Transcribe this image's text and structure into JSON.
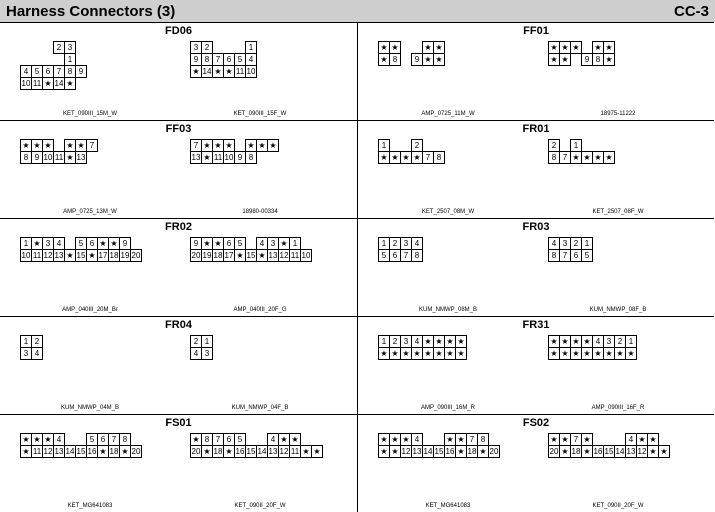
{
  "header": {
    "title": "Harness Connectors (3)",
    "code": "CC-3"
  },
  "cells": [
    {
      "id": "FD06",
      "connectors": [
        {
          "label": "KET_090III_15M_W",
          "rows": [
            [
              "",
              "",
              "",
              "2",
              "3"
            ],
            [
              "",
              "",
              "",
              "",
              "1"
            ],
            [
              "4",
              "5",
              "6",
              "7",
              "8",
              "9"
            ],
            [
              "10",
              "11",
              "★",
              "14",
              "★"
            ]
          ]
        },
        {
          "label": "KET_090III_15F_W",
          "rows": [
            [
              "3",
              "2",
              "",
              "",
              "",
              "1"
            ],
            [
              "9",
              "8",
              "7",
              "6",
              "5",
              "4"
            ],
            [
              "★",
              "14",
              "★",
              "★",
              "11",
              "10"
            ]
          ]
        }
      ]
    },
    {
      "id": "FF01",
      "connectors": [
        {
          "label": "AMP_0725_11M_W",
          "rows": [
            [
              "★",
              "★",
              "",
              "",
              "★",
              "★"
            ],
            [
              "★",
              "8",
              "",
              "9",
              "★",
              "★"
            ]
          ]
        },
        {
          "label": "18975-11222",
          "rows": [
            [
              "★",
              "★",
              "★",
              "",
              "★",
              "★"
            ],
            [
              "★",
              "★",
              "",
              "9",
              "8",
              "★"
            ]
          ]
        }
      ]
    },
    {
      "id": "FF03",
      "connectors": [
        {
          "label": "AMP_0725_13M_W",
          "rows": [
            [
              "★",
              "★",
              "★",
              "",
              "★",
              "★",
              "7"
            ],
            [
              "8",
              "9",
              "10",
              "11",
              "★",
              "13"
            ]
          ]
        },
        {
          "label": "18980-00334",
          "rows": [
            [
              "7",
              "★",
              "★",
              "★",
              "",
              "★",
              "★",
              "★"
            ],
            [
              "13",
              "★",
              "11",
              "10",
              "9",
              "8"
            ]
          ]
        }
      ]
    },
    {
      "id": "FR01",
      "connectors": [
        {
          "label": "KET_2507_08M_W",
          "rows": [
            [
              "1",
              "",
              "",
              "2"
            ],
            [
              "★",
              "★",
              "★",
              "★",
              "7",
              "8"
            ]
          ]
        },
        {
          "label": "KET_2507_08F_W",
          "rows": [
            [
              "2",
              "",
              "1"
            ],
            [
              "8",
              "7",
              "★",
              "★",
              "★",
              "★"
            ]
          ]
        }
      ]
    },
    {
      "id": "FR02",
      "connectors": [
        {
          "label": "AMP_040III_20M_Br",
          "rows": [
            [
              "1",
              "★",
              "3",
              "4",
              "",
              "5",
              "6",
              "★",
              "★",
              "9"
            ],
            [
              "10",
              "11",
              "12",
              "13",
              "★",
              "15",
              "★",
              "17",
              "18",
              "19",
              "20"
            ]
          ]
        },
        {
          "label": "AMP_040III_20F_G",
          "rows": [
            [
              "9",
              "★",
              "★",
              "6",
              "5",
              "",
              "4",
              "3",
              "★",
              "1"
            ],
            [
              "20",
              "19",
              "18",
              "17",
              "★",
              "15",
              "★",
              "13",
              "12",
              "11",
              "10"
            ]
          ]
        }
      ]
    },
    {
      "id": "FR03",
      "connectors": [
        {
          "label": "KUM_NMWP_08M_B",
          "rows": [
            [
              "1",
              "2",
              "3",
              "4"
            ],
            [
              "5",
              "6",
              "7",
              "8"
            ]
          ]
        },
        {
          "label": "KUM_NMWP_08F_B",
          "rows": [
            [
              "4",
              "3",
              "2",
              "1"
            ],
            [
              "8",
              "7",
              "6",
              "5"
            ]
          ]
        }
      ]
    },
    {
      "id": "FR04",
      "connectors": [
        {
          "label": "KUM_NMWP_04M_B",
          "rows": [
            [
              "1",
              "2"
            ],
            [
              "3",
              "4"
            ]
          ]
        },
        {
          "label": "KUM_NMWP_04F_B",
          "rows": [
            [
              "2",
              "1"
            ],
            [
              "4",
              "3"
            ]
          ]
        }
      ]
    },
    {
      "id": "FR31",
      "connectors": [
        {
          "label": "AMP_090III_16M_R",
          "rows": [
            [
              "1",
              "2",
              "3",
              "4",
              "★",
              "★",
              "★",
              "★"
            ],
            [
              "★",
              "★",
              "★",
              "★",
              "★",
              "★",
              "★",
              "★"
            ]
          ]
        },
        {
          "label": "AMP_090III_16F_R",
          "rows": [
            [
              "★",
              "★",
              "★",
              "★",
              "4",
              "3",
              "2",
              "1"
            ],
            [
              "★",
              "★",
              "★",
              "★",
              "★",
              "★",
              "★",
              "★"
            ]
          ]
        }
      ]
    },
    {
      "id": "FS01",
      "connectors": [
        {
          "label": "KET_MG641083",
          "rows": [
            [
              "★",
              "★",
              "★",
              "4",
              "",
              "",
              "5",
              "6",
              "7",
              "8"
            ],
            [
              "★",
              "11",
              "12",
              "13",
              "14",
              "15",
              "16",
              "★",
              "18",
              "★",
              "20"
            ]
          ]
        },
        {
          "label": "KET_090II_20F_W",
          "rows": [
            [
              "★",
              "8",
              "7",
              "6",
              "5",
              "",
              "",
              "4",
              "★",
              "★"
            ],
            [
              "20",
              "★",
              "18",
              "★",
              "16",
              "15",
              "14",
              "13",
              "12",
              "11",
              "★",
              "★"
            ]
          ]
        }
      ]
    },
    {
      "id": "FS02",
      "connectors": [
        {
          "label": "KET_MG641083",
          "rows": [
            [
              "★",
              "★",
              "★",
              "4",
              "",
              "",
              "★",
              "★",
              "7",
              "8"
            ],
            [
              "★",
              "★",
              "12",
              "13",
              "14",
              "15",
              "16",
              "★",
              "18",
              "★",
              "20"
            ]
          ]
        },
        {
          "label": "KET_090II_20F_W",
          "rows": [
            [
              "★",
              "★",
              "7",
              "★",
              "",
              "",
              "",
              "4",
              "★",
              "★"
            ],
            [
              "20",
              "★",
              "18",
              "★",
              "16",
              "15",
              "14",
              "13",
              "12",
              "★",
              "★"
            ]
          ]
        }
      ]
    }
  ]
}
